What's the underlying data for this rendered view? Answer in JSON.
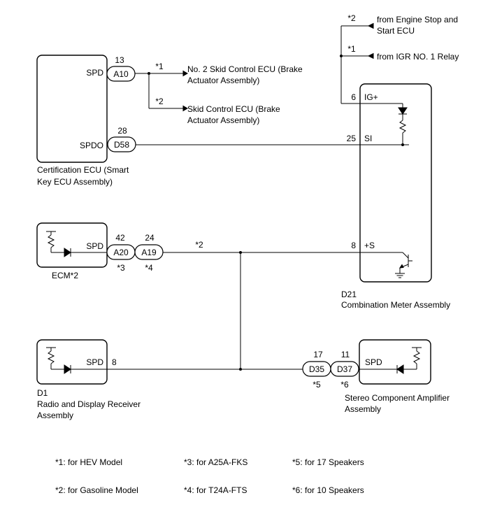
{
  "components": {
    "cert_ecu": {
      "label_line1": "Certification ECU (Smart",
      "label_line2": "Key ECU Assembly)",
      "pin_spd": "SPD",
      "pin_spdo": "SPDO"
    },
    "ecm": {
      "label": "ECM*2",
      "pin_spd": "SPD"
    },
    "radio": {
      "id": "D1",
      "label_line1": "Radio and Display Receiver",
      "label_line2": "Assembly",
      "pin_spd": "SPD",
      "pin_num": "8"
    },
    "meter": {
      "id": "D21",
      "label": "Combination Meter Assembly",
      "pin_igp": "IG+",
      "pin_igp_num": "6",
      "pin_si": "SI",
      "pin_si_num": "25",
      "pin_s": "+S",
      "pin_s_num": "8"
    },
    "amp": {
      "label_line1": "Stereo Component Amplifier",
      "label_line2": "Assembly",
      "pin_spd": "SPD"
    }
  },
  "connectors": {
    "a10": {
      "name": "A10",
      "pin": "13"
    },
    "d58": {
      "name": "D58",
      "pin": "28"
    },
    "a20": {
      "name": "A20",
      "pin": "42",
      "note": "*3"
    },
    "a19": {
      "name": "A19",
      "pin": "24",
      "note": "*4"
    },
    "d35": {
      "name": "D35",
      "pin": "17",
      "note": "*5"
    },
    "d37": {
      "name": "D37",
      "pin": "11",
      "note": "*6"
    }
  },
  "wires": {
    "to_skid1_mark": "*1",
    "to_skid1_line1": "No. 2 Skid Control ECU (Brake",
    "to_skid1_line2": "Actuator Assembly)",
    "to_skid2_mark": "*2",
    "to_skid2_line1": "Skid Control ECU (Brake",
    "to_skid2_line2": "Actuator Assembly)",
    "from_engine_mark": "*2",
    "from_engine_line1": "from Engine Stop and",
    "from_engine_line2": "Start ECU",
    "from_igr_mark": "*1",
    "from_igr_label": "from IGR NO. 1 Relay",
    "ecm_wire_mark": "*2"
  },
  "legend": {
    "n1": "*1: for HEV Model",
    "n2": "*2: for Gasoline Model",
    "n3": "*3: for A25A-FKS",
    "n4": "*4: for T24A-FTS",
    "n5": "*5: for 17 Speakers",
    "n6": "*6: for 10 Speakers"
  }
}
